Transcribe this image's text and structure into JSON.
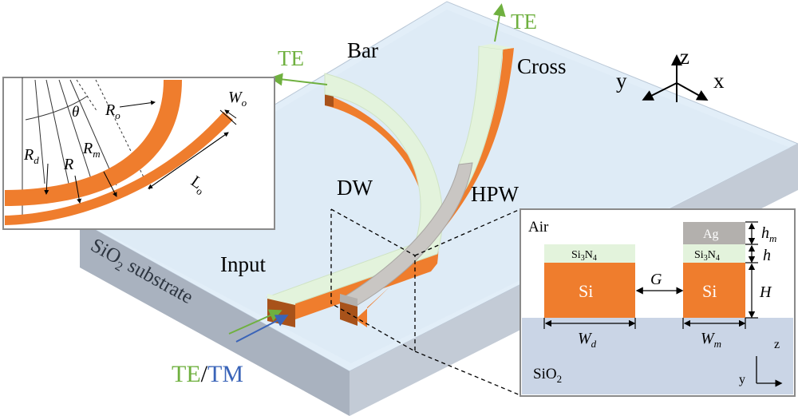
{
  "labels": {
    "te_bar": "TE",
    "bar": "Bar",
    "te_cross": "TE",
    "cross": "Cross",
    "dw": "DW",
    "hpw": "HPW",
    "input": "Input",
    "te_in": "TE",
    "slash": "/",
    "tm_in": "TM",
    "substrate_main": "SiO",
    "substrate_sub": "2",
    "substrate_rest": " substrate"
  },
  "axes3d": {
    "y": "y",
    "z": "z",
    "x": "x"
  },
  "inset_top": {
    "theta": "θ",
    "Ro": "R",
    "Ro_sub": "o",
    "Wo": "W",
    "Wo_sub": "o",
    "Rd": "R",
    "Rd_sub": "d",
    "R": "R",
    "Rm": "R",
    "Rm_sub": "m",
    "Lo": "L",
    "Lo_sub": "o"
  },
  "inset_cross_section": {
    "air": "Air",
    "ag": "Ag",
    "hm": "h",
    "hm_sub": "m",
    "h": "h",
    "si3n4_left": "Si",
    "si3n4_left_s1": "3",
    "si3n4_left_n": "N",
    "si3n4_left_s2": "4",
    "si_left": "Si",
    "si_right": "Si",
    "G": "G",
    "H": "H",
    "Wd": "W",
    "Wd_sub": "d",
    "Wm": "W",
    "Wm_sub": "m",
    "sio2": "SiO",
    "sio2_sub": "2",
    "axis_z": "z",
    "axis_y": "y"
  },
  "colors": {
    "silicon": "#ef7d2d",
    "silicon_dark": "#a8521a",
    "si3n4": "#e3f3dc",
    "silver": "#b3b0ad",
    "sio2": "#cad5e6",
    "substrate_top": "#e2eef8",
    "substrate_side": "#a9b2bf",
    "te_green": "#6fb03f",
    "tm_blue": "#3a64b8"
  }
}
